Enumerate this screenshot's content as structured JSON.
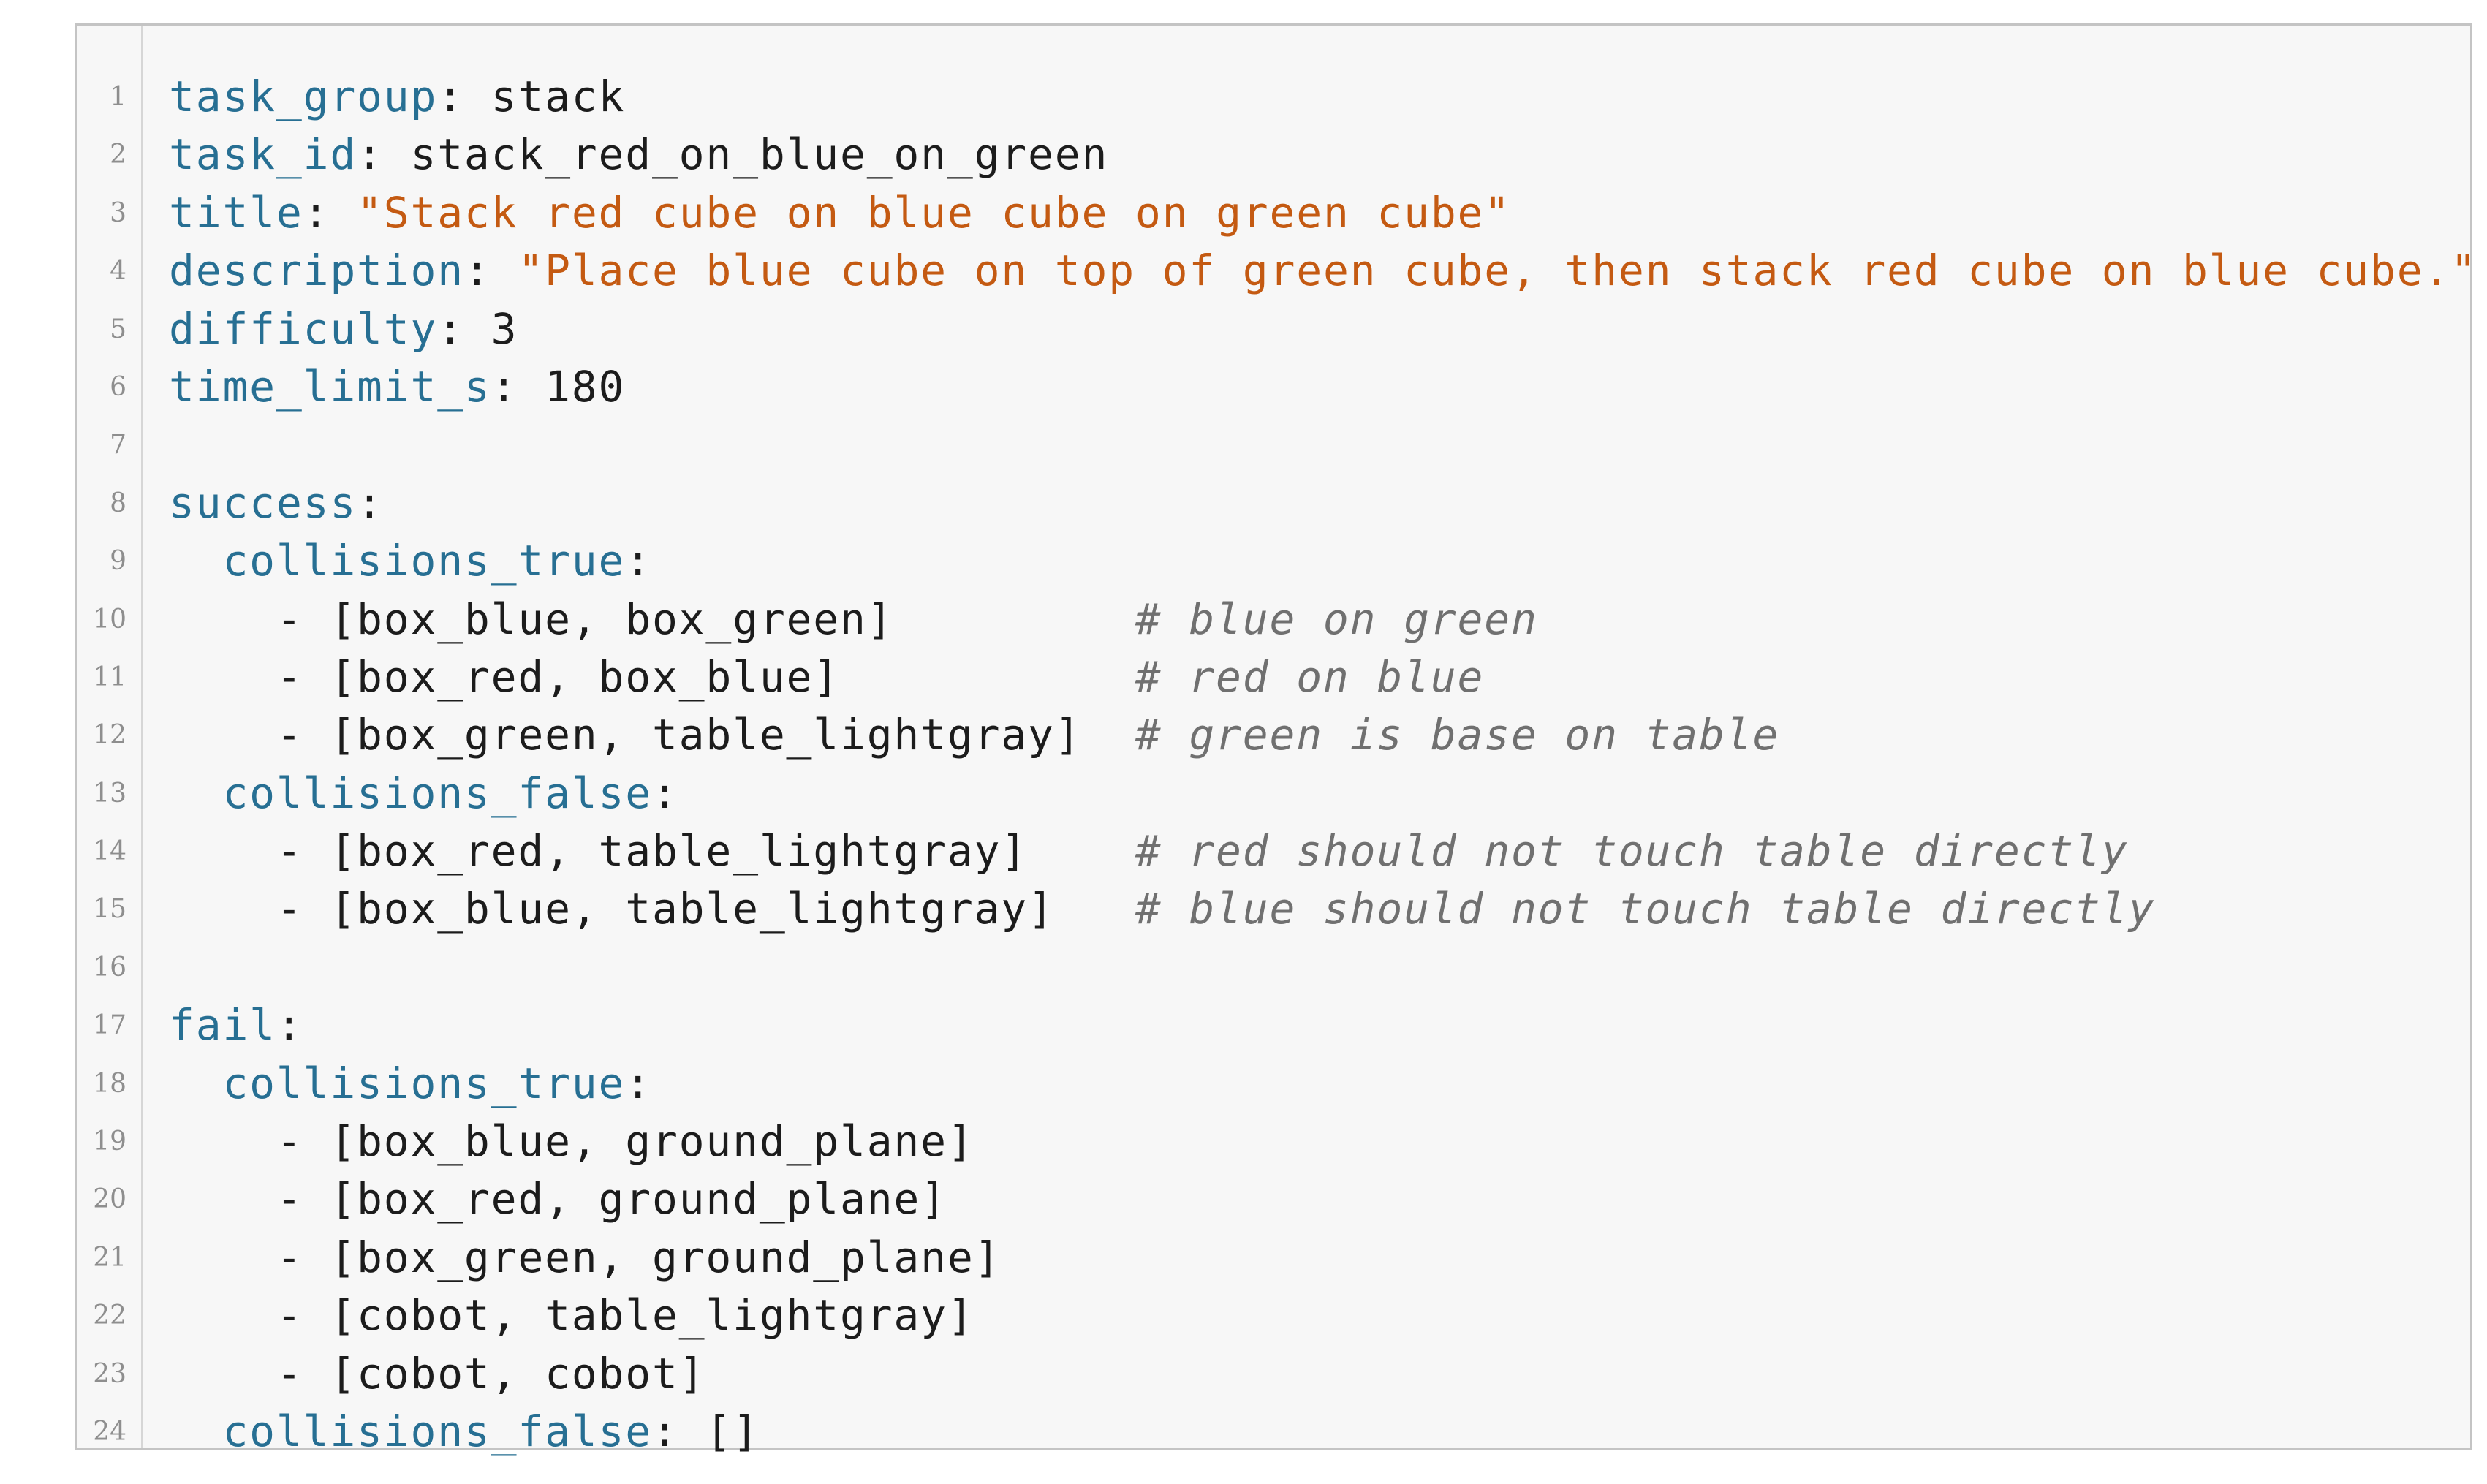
{
  "lines": [
    {
      "num": "1",
      "parts": [
        {
          "t": "key",
          "v": "task_group"
        },
        {
          "t": "pln",
          "v": ": stack"
        }
      ]
    },
    {
      "num": "2",
      "parts": [
        {
          "t": "key",
          "v": "task_id"
        },
        {
          "t": "pln",
          "v": ": stack_red_on_blue_on_green"
        }
      ]
    },
    {
      "num": "3",
      "parts": [
        {
          "t": "key",
          "v": "title"
        },
        {
          "t": "pln",
          "v": ": "
        },
        {
          "t": "str",
          "v": "\"Stack red cube on blue cube on green cube\""
        }
      ]
    },
    {
      "num": "4",
      "parts": [
        {
          "t": "key",
          "v": "description"
        },
        {
          "t": "pln",
          "v": ": "
        },
        {
          "t": "str",
          "v": "\"Place blue cube on top of green cube, then stack red cube on blue cube.\""
        }
      ]
    },
    {
      "num": "5",
      "parts": [
        {
          "t": "key",
          "v": "difficulty"
        },
        {
          "t": "pln",
          "v": ": 3"
        }
      ]
    },
    {
      "num": "6",
      "parts": [
        {
          "t": "key",
          "v": "time_limit_s"
        },
        {
          "t": "pln",
          "v": ": 180"
        }
      ]
    },
    {
      "num": "7",
      "parts": []
    },
    {
      "num": "8",
      "parts": [
        {
          "t": "key",
          "v": "success"
        },
        {
          "t": "pln",
          "v": ":"
        }
      ]
    },
    {
      "num": "9",
      "parts": [
        {
          "t": "pln",
          "v": "  "
        },
        {
          "t": "key",
          "v": "collisions_true"
        },
        {
          "t": "pln",
          "v": ":"
        }
      ]
    },
    {
      "num": "10",
      "parts": [
        {
          "t": "pln",
          "v": "    - [box_blue, box_green]         "
        },
        {
          "t": "cmt",
          "v": "# blue on green"
        }
      ]
    },
    {
      "num": "11",
      "parts": [
        {
          "t": "pln",
          "v": "    - [box_red, box_blue]           "
        },
        {
          "t": "cmt",
          "v": "# red on blue"
        }
      ]
    },
    {
      "num": "12",
      "parts": [
        {
          "t": "pln",
          "v": "    - [box_green, table_lightgray]  "
        },
        {
          "t": "cmt",
          "v": "# green is base on table"
        }
      ]
    },
    {
      "num": "13",
      "parts": [
        {
          "t": "pln",
          "v": "  "
        },
        {
          "t": "key",
          "v": "collisions_false"
        },
        {
          "t": "pln",
          "v": ":"
        }
      ]
    },
    {
      "num": "14",
      "parts": [
        {
          "t": "pln",
          "v": "    - [box_red, table_lightgray]    "
        },
        {
          "t": "cmt",
          "v": "# red should not touch table directly"
        }
      ]
    },
    {
      "num": "15",
      "parts": [
        {
          "t": "pln",
          "v": "    - [box_blue, table_lightgray]   "
        },
        {
          "t": "cmt",
          "v": "# blue should not touch table directly"
        }
      ]
    },
    {
      "num": "16",
      "parts": []
    },
    {
      "num": "17",
      "parts": [
        {
          "t": "key",
          "v": "fail"
        },
        {
          "t": "pln",
          "v": ":"
        }
      ]
    },
    {
      "num": "18",
      "parts": [
        {
          "t": "pln",
          "v": "  "
        },
        {
          "t": "key",
          "v": "collisions_true"
        },
        {
          "t": "pln",
          "v": ":"
        }
      ]
    },
    {
      "num": "19",
      "parts": [
        {
          "t": "pln",
          "v": "    - [box_blue, ground_plane]"
        }
      ]
    },
    {
      "num": "20",
      "parts": [
        {
          "t": "pln",
          "v": "    - [box_red, ground_plane]"
        }
      ]
    },
    {
      "num": "21",
      "parts": [
        {
          "t": "pln",
          "v": "    - [box_green, ground_plane]"
        }
      ]
    },
    {
      "num": "22",
      "parts": [
        {
          "t": "pln",
          "v": "    - [cobot, table_lightgray]"
        }
      ]
    },
    {
      "num": "23",
      "parts": [
        {
          "t": "pln",
          "v": "    - [cobot, cobot]"
        }
      ]
    },
    {
      "num": "24",
      "parts": [
        {
          "t": "pln",
          "v": "  "
        },
        {
          "t": "key",
          "v": "collisions_false"
        },
        {
          "t": "pln",
          "v": ": []"
        }
      ]
    }
  ]
}
